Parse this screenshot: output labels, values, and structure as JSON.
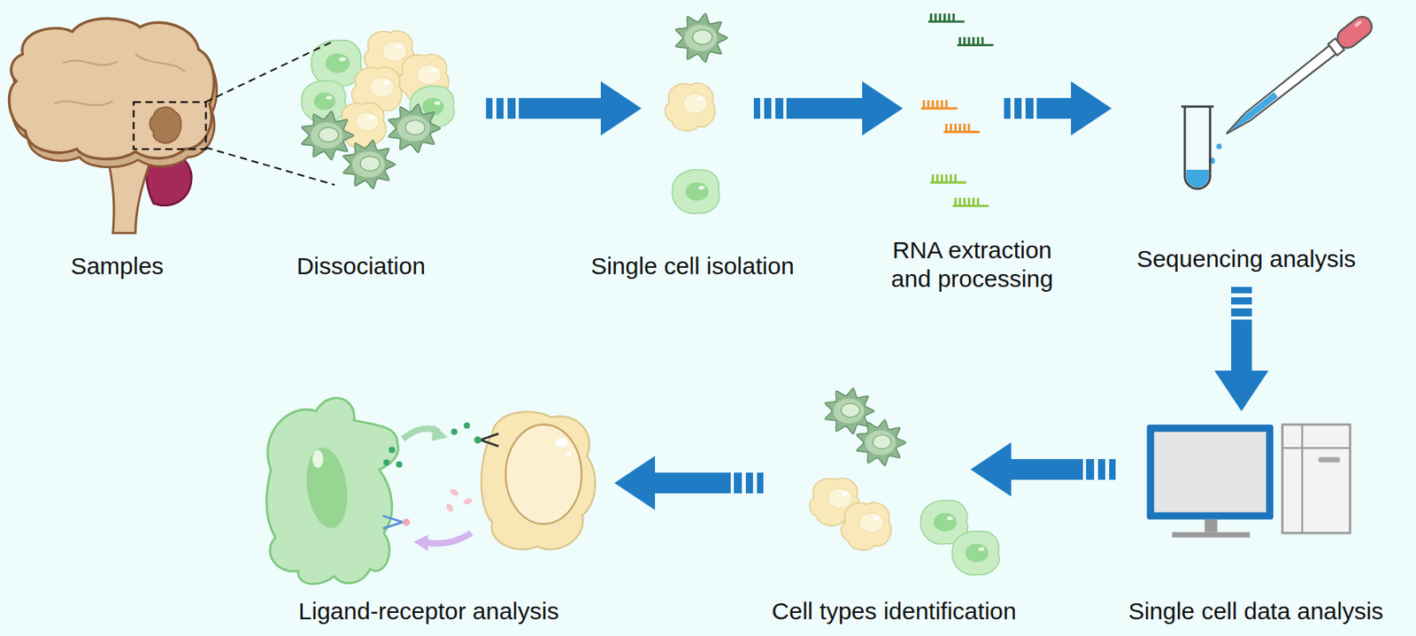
{
  "diagram": {
    "nodes": [
      {
        "text": [
          "Samples"
        ]
      },
      {
        "text": [
          "Dissociation"
        ]
      },
      {
        "text": [
          "Single cell isolation"
        ]
      },
      {
        "text": [
          "RNA extraction and processing"
        ]
      },
      {
        "text": [
          "Sequencing analysis"
        ]
      },
      {
        "text": [
          "Single cell data analysis"
        ]
      },
      {
        "text": [
          "Cell types identification"
        ]
      },
      {
        "text": [
          "Ligand-receptor analysis"
        ]
      }
    ],
    "edges": [
      {
        "from": 0,
        "to": 1,
        "arrow": "none"
      },
      {
        "from": 1,
        "to": 2,
        "arrow": "to"
      },
      {
        "from": 2,
        "to": 3,
        "arrow": "to"
      },
      {
        "from": 3,
        "to": 4,
        "arrow": "to"
      },
      {
        "from": 4,
        "to": 5,
        "arrow": "to"
      },
      {
        "from": 5,
        "to": 6,
        "arrow": "to"
      },
      {
        "from": 6,
        "to": 7,
        "arrow": "to"
      }
    ]
  }
}
